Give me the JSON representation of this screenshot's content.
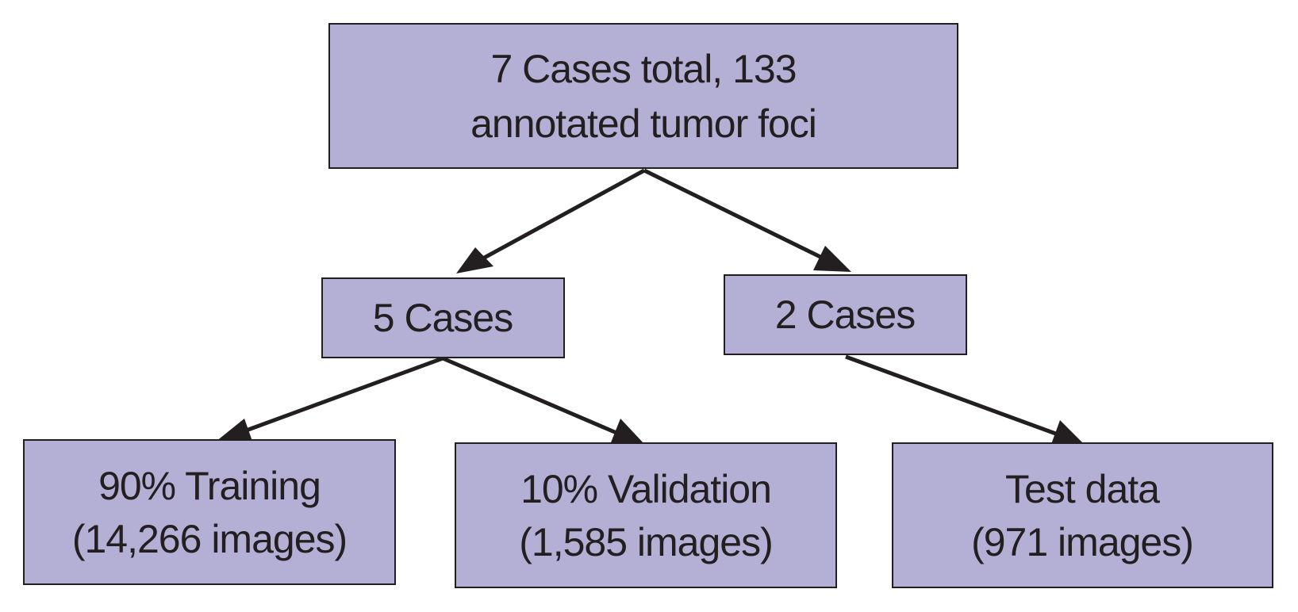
{
  "colors": {
    "box_fill": "#b3afd5",
    "box_stroke": "#231f20",
    "text": "#231f20",
    "arrow": "#231f20"
  },
  "nodes": {
    "root": {
      "line1": "7 Cases total, 133",
      "line2": "annotated tumor foci"
    },
    "train_val_group": {
      "line1": "5 Cases"
    },
    "test_group": {
      "line1": "2 Cases"
    },
    "training": {
      "line1": "90% Training",
      "line2": "(14,266 images)"
    },
    "validation": {
      "line1": "10% Validation",
      "line2": "(1,585 images)"
    },
    "test": {
      "line1": "Test data",
      "line2": "(971 images)"
    }
  },
  "edges": [
    {
      "from": "root",
      "to": "train_val_group"
    },
    {
      "from": "root",
      "to": "test_group"
    },
    {
      "from": "train_val_group",
      "to": "training"
    },
    {
      "from": "train_val_group",
      "to": "validation"
    },
    {
      "from": "test_group",
      "to": "test"
    }
  ]
}
